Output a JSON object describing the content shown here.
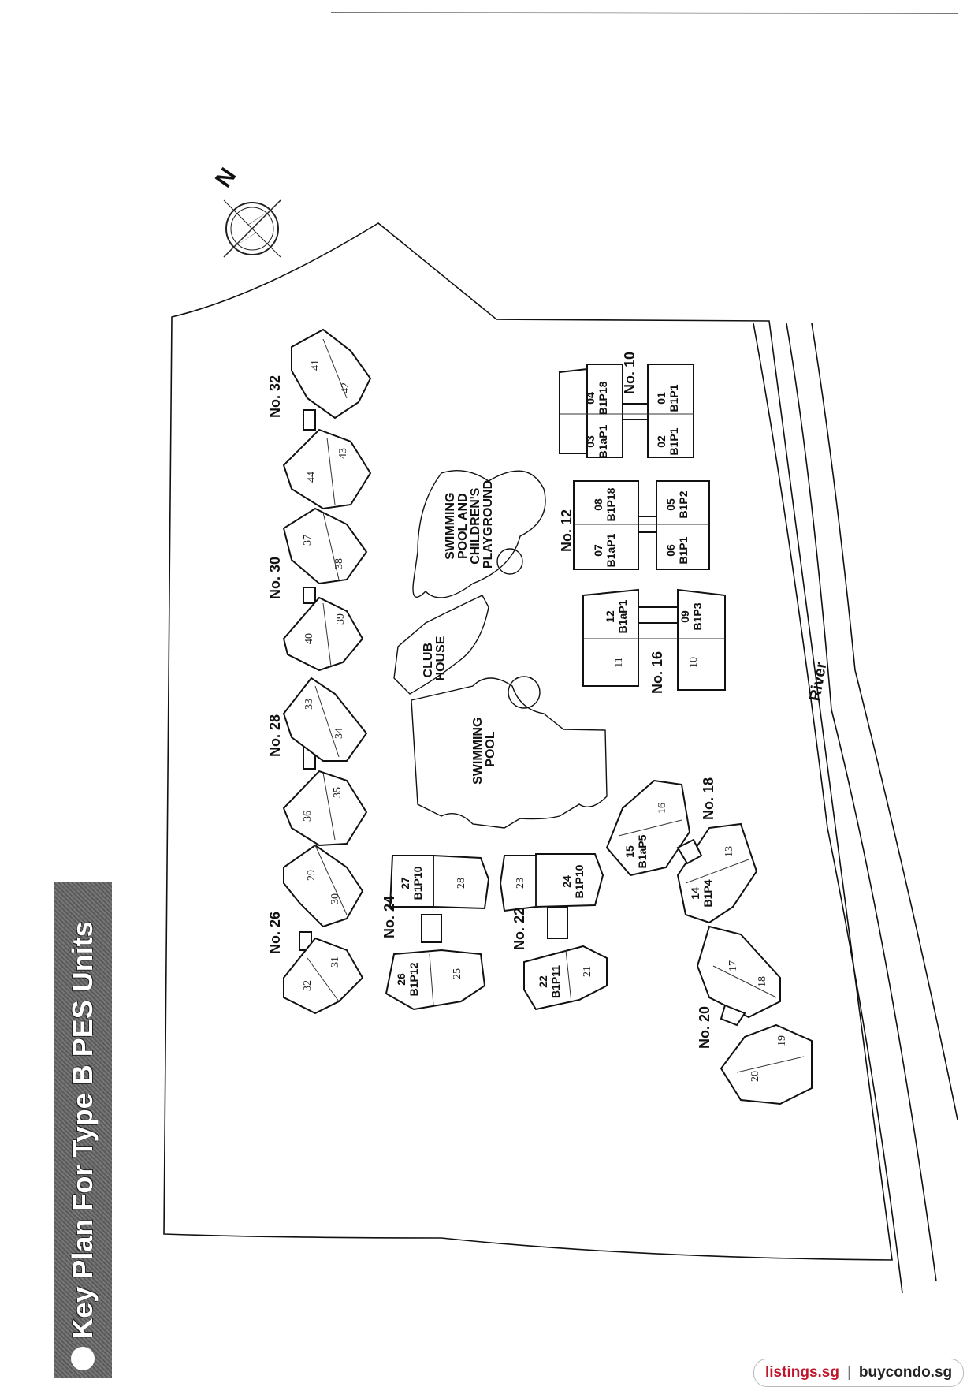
{
  "title": "Key Plan For Type B PES Units",
  "compass": {
    "label": "N"
  },
  "amenities": {
    "pool_play": [
      "SWIMMING",
      "POOL AND",
      "CHILDREN'S",
      "PLAYGROUND"
    ],
    "club": [
      "CLUB",
      "HOUSE"
    ],
    "pool": [
      "SWIMMING",
      "POOL"
    ]
  },
  "river": "River",
  "blocks": {
    "b10": {
      "name": "No. 10",
      "u1": "04",
      "c1": "B1P18",
      "u2": "03",
      "c2": "B1aP1",
      "u3": "01",
      "c3": "B1P1",
      "u4": "02",
      "c4": "B1P1"
    },
    "b12": {
      "name": "No. 12",
      "u1": "08",
      "c1": "B1P18",
      "u2": "07",
      "c2": "B1aP1",
      "u3": "05",
      "c3": "B1P2",
      "u4": "06",
      "c4": "B1P1"
    },
    "b16": {
      "name": "No. 16",
      "u1": "12",
      "c1": "B1aP1",
      "u2": "11",
      "u3": "09",
      "c3": "B1P3",
      "u4": "10"
    },
    "b18": {
      "name": "No. 18",
      "u1": "16",
      "u2": "15",
      "c2": "B1aP5",
      "u3": "13",
      "u4": "14",
      "c4": "B1P4"
    },
    "b20": {
      "name": "No. 20",
      "u1": "17",
      "u2": "18",
      "u3": "19",
      "u4": "20"
    },
    "b22": {
      "name": "No. 22",
      "u1": "23",
      "u2": "24",
      "c2": "B1P10",
      "u3": "22",
      "c3": "B1P11",
      "u4": "21"
    },
    "b24": {
      "name": "No. 24",
      "u1": "27",
      "c1": "B1P10",
      "u2": "28",
      "u3": "26",
      "c3": "B1P12",
      "u4": "25"
    },
    "b26": {
      "name": "No. 26",
      "u1": "29",
      "u2": "30",
      "u3": "32",
      "u4": "31"
    },
    "b28": {
      "name": "No. 28",
      "u1": "36",
      "u2": "35",
      "u3": "33",
      "u4": "34"
    },
    "b30": {
      "name": "No. 30",
      "u1": "37",
      "u2": "38",
      "u3": "40",
      "u4": "39"
    },
    "b32": {
      "name": "No. 32",
      "u1": "41",
      "u2": "42",
      "u3": "44",
      "u4": "43"
    }
  },
  "watermark": {
    "site1": "listings.sg",
    "sep": "|",
    "site2": "buycondo.sg"
  }
}
